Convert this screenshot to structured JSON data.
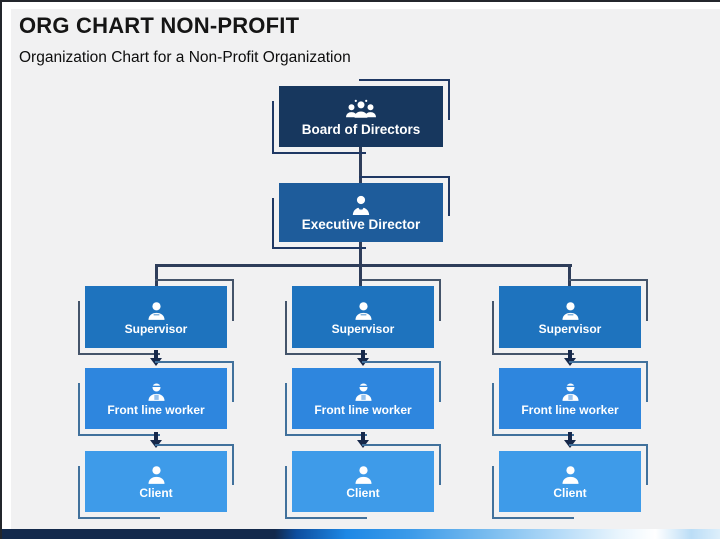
{
  "slide": {
    "title": "ORG CHART NON-PROFIT",
    "subtitle": "Organization Chart for a Non-Profit Organization",
    "background_color": "#F1F1F2"
  },
  "org": {
    "connector_color": "#2E3D5A",
    "arrow_color": "#16284A",
    "board": {
      "label": "Board of Directors",
      "icon": "people-group-icon",
      "color": "#17375E",
      "bracket_color": "#1F3864"
    },
    "executive": {
      "label": "Executive Director",
      "icon": "business-person-icon",
      "color": "#1E5C9B",
      "bracket_color": "#1F3864"
    },
    "row_styles": {
      "supervisor": {
        "color": "#1E73BE",
        "bracket_color": "#44546A",
        "icon": "supervisor-person-icon"
      },
      "frontline": {
        "color": "#2E86DE",
        "bracket_color": "#41719C",
        "icon": "worker-person-icon"
      },
      "client": {
        "color": "#3E9BE9",
        "bracket_color": "#41719C",
        "icon": "client-person-icon"
      }
    },
    "branches": [
      {
        "supervisor_label": "Supervisor",
        "frontline_label": "Front line worker",
        "client_label": "Client"
      },
      {
        "supervisor_label": "Supervisor",
        "frontline_label": "Front line worker",
        "client_label": "Client"
      },
      {
        "supervisor_label": "Supervisor",
        "frontline_label": "Front line worker",
        "client_label": "Client"
      }
    ]
  },
  "footer": {
    "bar_colors": [
      "#13294B",
      "#1E88E5",
      "#7BBDEF",
      "#FFFFFF",
      "#CBE6F9"
    ]
  }
}
